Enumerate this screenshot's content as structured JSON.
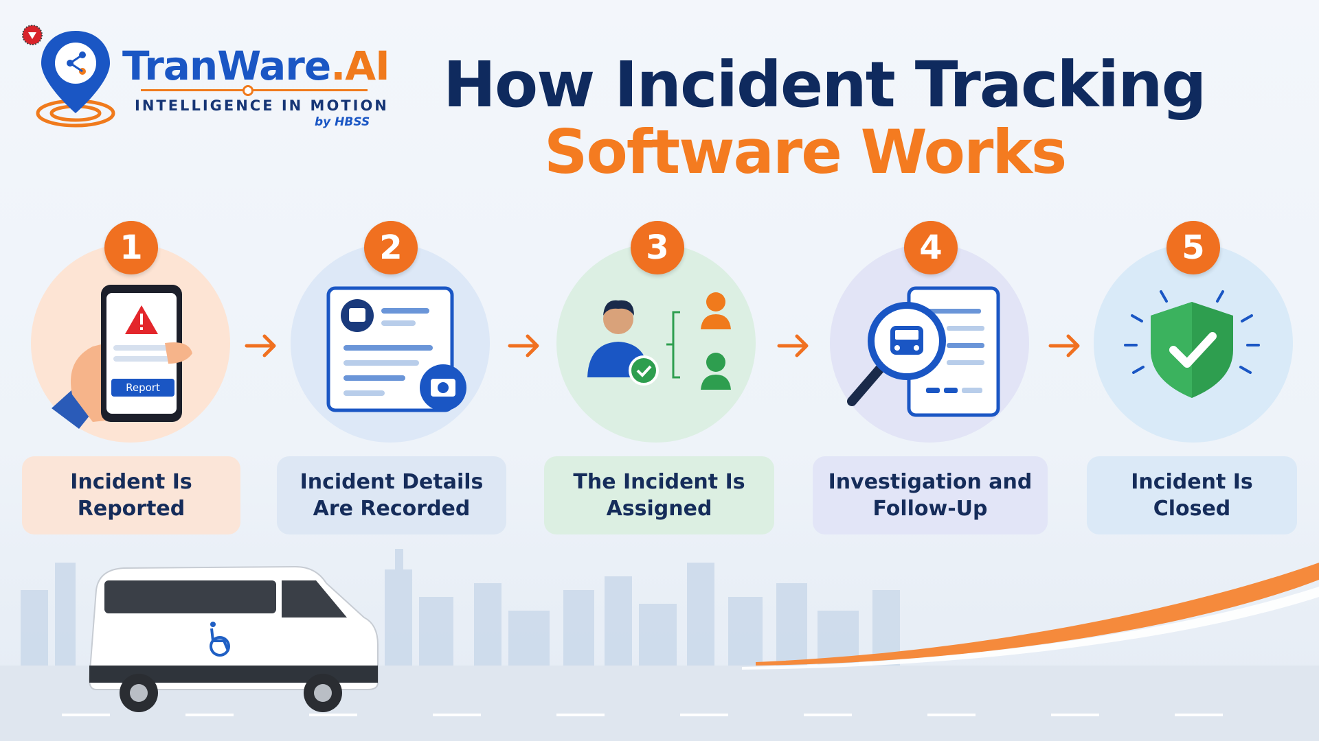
{
  "brand": {
    "name_part1": "TranWare",
    "name_part2": ".AI",
    "tagline": "INTELLIGENCE IN MOTION",
    "byline": "by HBSS"
  },
  "title": {
    "line1": "How Incident Tracking",
    "line2": "Software Works"
  },
  "steps": [
    {
      "number": "1",
      "label": "Incident Is Reported",
      "icon": "phone-alert-icon",
      "button_text": "Report"
    },
    {
      "number": "2",
      "label": "Incident Details Are Recorded",
      "icon": "document-camera-icon"
    },
    {
      "number": "3",
      "label": "The Incident Is Assigned",
      "icon": "assign-people-icon"
    },
    {
      "number": "4",
      "label": "Investigation and Follow-Up",
      "icon": "magnifier-document-icon"
    },
    {
      "number": "5",
      "label": "Incident Is Closed",
      "icon": "shield-check-icon"
    }
  ],
  "colors": {
    "accent": "#f07020",
    "navy": "#0f2a5e",
    "blue": "#1a56c4",
    "step1_bg": "#fde4d4",
    "step2_bg": "#dde8f7",
    "step3_bg": "#dcefe3",
    "step4_bg": "#e2e4f6",
    "step5_bg": "#d9eaf8"
  }
}
